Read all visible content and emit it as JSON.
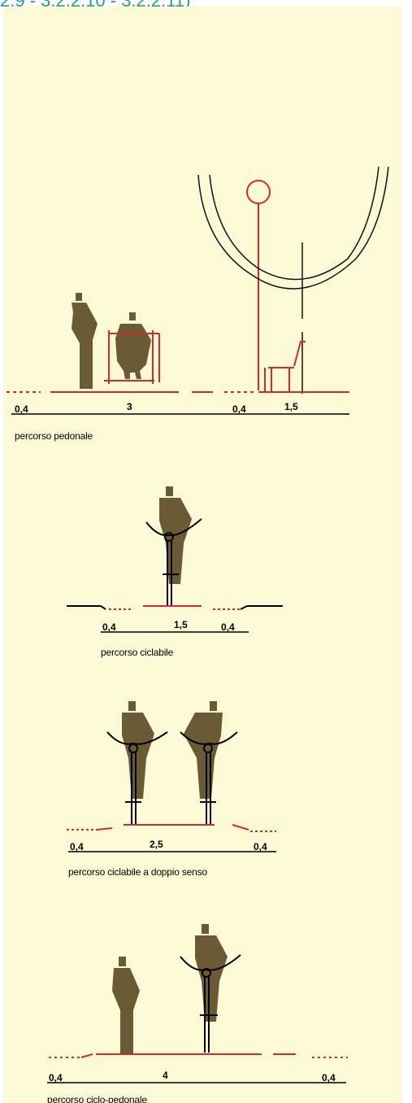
{
  "header": {
    "text": "2.9 - 3.2.2.10 - 3.2.2.11)"
  },
  "colors": {
    "background": "#fcf9d6",
    "figure": "#6b5a36",
    "red": "#d42a2a",
    "header": "#2a9a96"
  },
  "sections": [
    {
      "caption": "percorso pedonale",
      "dims": [
        "0,4",
        "3",
        "0,4",
        "1,5"
      ]
    },
    {
      "caption": "percorso ciclabile",
      "dims": [
        "0,4",
        "1,5",
        "0,4"
      ]
    },
    {
      "caption": "percorso ciclabile a doppio senso",
      "dims": [
        "0,4",
        "2,5",
        "0,4"
      ]
    },
    {
      "caption": "percorso ciclo-pedonale",
      "dims": [
        "0,4",
        "4",
        "0,4"
      ]
    }
  ]
}
